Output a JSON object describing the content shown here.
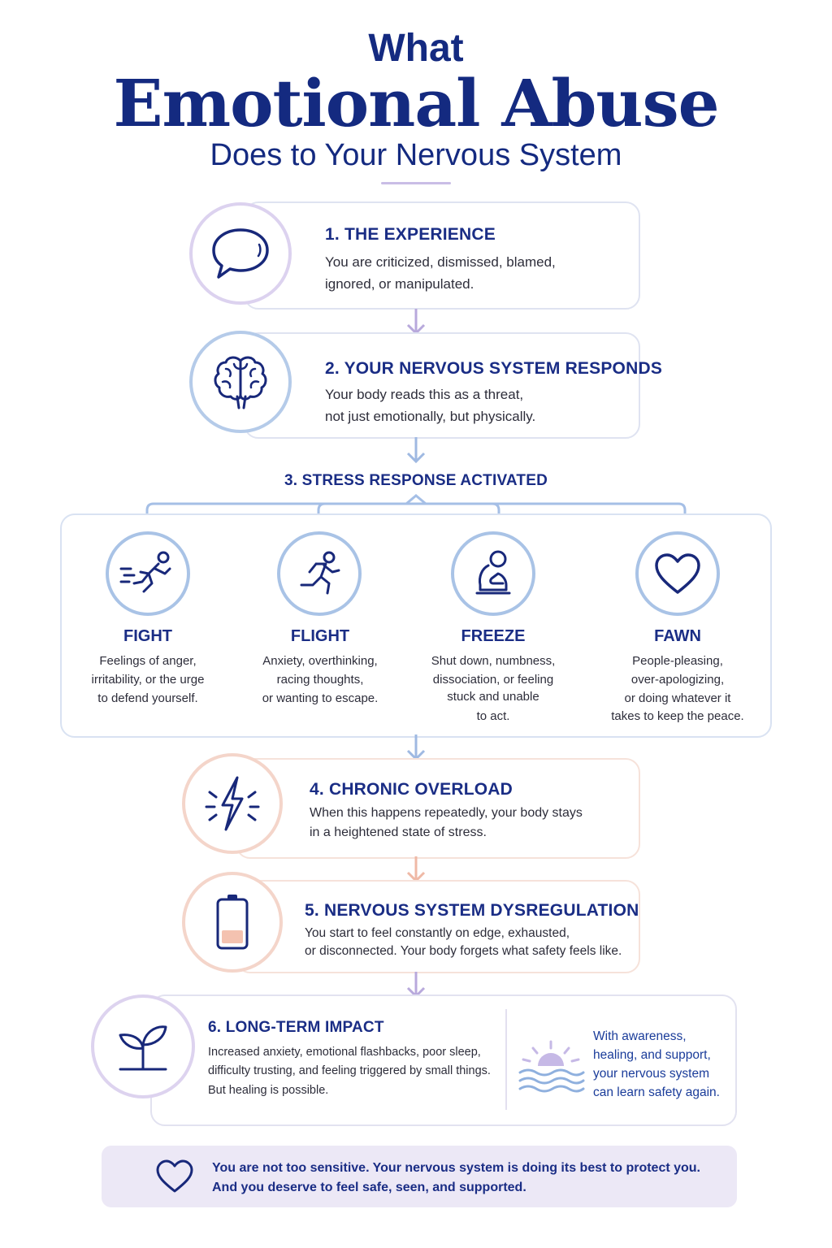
{
  "title": {
    "line1": "What",
    "line2": "Emotional Abuse",
    "line3": "Does to Your Nervous System"
  },
  "steps": [
    {
      "title": "1. THE EXPERIENCE",
      "text1": "You are criticized, dismissed, blamed,",
      "text2": "ignored, or manipulated.",
      "icon": "speech-bubble-icon"
    },
    {
      "title": "2. YOUR NERVOUS SYSTEM RESPONDS",
      "text1": "Your body reads this as a threat,",
      "text2": "not just emotionally, but physically.",
      "icon": "brain-icon"
    },
    {
      "title": "3. STRESS RESPONSE ACTIVATED"
    },
    {
      "title": "4. CHRONIC OVERLOAD",
      "text1": "When this happens repeatedly, your body stays",
      "text2": "in a heightened state of stress.",
      "icon": "lightning-icon"
    },
    {
      "title": "5. NERVOUS SYSTEM DYSREGULATION",
      "text1": "You start to feel constantly on edge, exhausted,",
      "text2": "or disconnected. Your body forgets what safety feels like.",
      "icon": "low-battery-icon"
    },
    {
      "title": "6. LONG-TERM IMPACT",
      "text1": "Increased anxiety, emotional flashbacks, poor sleep,",
      "text2": "difficulty trusting, and feeling triggered by small things.",
      "text3": "But healing is possible.",
      "icon": "sprout-icon"
    }
  ],
  "responses": [
    {
      "title": "FIGHT",
      "lines": [
        "Feelings of anger,",
        "irritability, or the urge",
        "to defend yourself."
      ],
      "icon": "fighting-figure-icon"
    },
    {
      "title": "FLIGHT",
      "lines": [
        "Anxiety, overthinking,",
        "racing thoughts,",
        "or wanting to escape."
      ],
      "icon": "running-figure-icon"
    },
    {
      "title": "FREEZE",
      "lines": [
        "Shut down, numbness,",
        "dissociation, or feeling",
        "stuck and unable",
        "to act."
      ],
      "icon": "crouching-figure-icon"
    },
    {
      "title": "FAWN",
      "lines": [
        "People-pleasing,",
        "over-apologizing,",
        "or doing whatever it",
        "takes to keep the peace."
      ],
      "icon": "heart-icon"
    }
  ],
  "healing_note": {
    "lines": [
      "With awareness,",
      "healing, and support,",
      "your nervous system",
      "can learn safety again."
    ],
    "icon": "sunrise-over-water-icon"
  },
  "banner": {
    "line1": "You are not too sensitive. Your nervous system is doing its best to protect you.",
    "line2": "And you deserve to feel safe, seen, and supported.",
    "icon": "heart-outline-icon"
  },
  "colors": {
    "navy": "#142a80",
    "lavender": "#c9bde6",
    "blue": "#a9c3e6",
    "peach": "#f2c9bb",
    "banner_bg": "#ece8f6"
  }
}
